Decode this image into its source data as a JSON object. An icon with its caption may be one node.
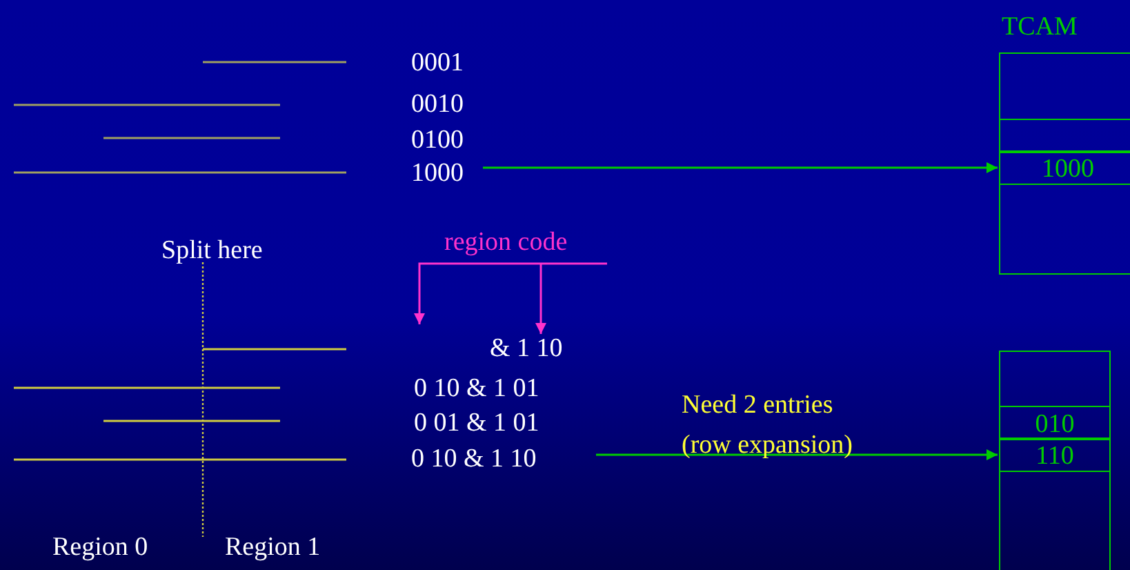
{
  "diagram": {
    "nodes": [
      {
        "text": [
          "TCAM"
        ]
      },
      {
        "text": [],
        "shape": "box",
        "in": 0
      },
      {
        "text": [],
        "shape": "box",
        "in": 0
      },
      {
        "text": [
          "1000"
        ],
        "in": 0
      },
      {
        "text": [],
        "shape": "box",
        "in": 0
      },
      {
        "text": [
          "1000"
        ]
      },
      {
        "text": [
          "region code"
        ]
      },
      {
        "text": [
          "0 10 & 1 10"
        ]
      },
      {
        "text": [],
        "shape": "box"
      },
      {
        "text": [],
        "shape": "box",
        "in": 8
      },
      {
        "text": [
          "010"
        ],
        "in": 8
      },
      {
        "text": [
          "110"
        ],
        "in": 8
      },
      {
        "text": [],
        "shape": "box",
        "in": 8
      },
      {
        "text": [
          "& 1 10"
        ]
      }
    ],
    "edges": [
      {
        "from": 5,
        "to": 3,
        "arrow": "to",
        "color": "#00cc00"
      },
      {
        "from": 6,
        "to": null,
        "arrow": "to",
        "color": "#ff33cc"
      },
      {
        "from": 6,
        "to": 13,
        "arrow": "to",
        "color": "#ff33cc"
      },
      {
        "from": 7,
        "to": 11,
        "arrow": "to",
        "label": "Need 2 entries (row expansion)",
        "color": "#00cc00"
      }
    ],
    "labels": [
      "0001",
      "0010",
      "0100",
      "Split here",
      "0 10 & 1 01",
      "0 01 & 1 01",
      "Region 0",
      "Region 1"
    ]
  }
}
